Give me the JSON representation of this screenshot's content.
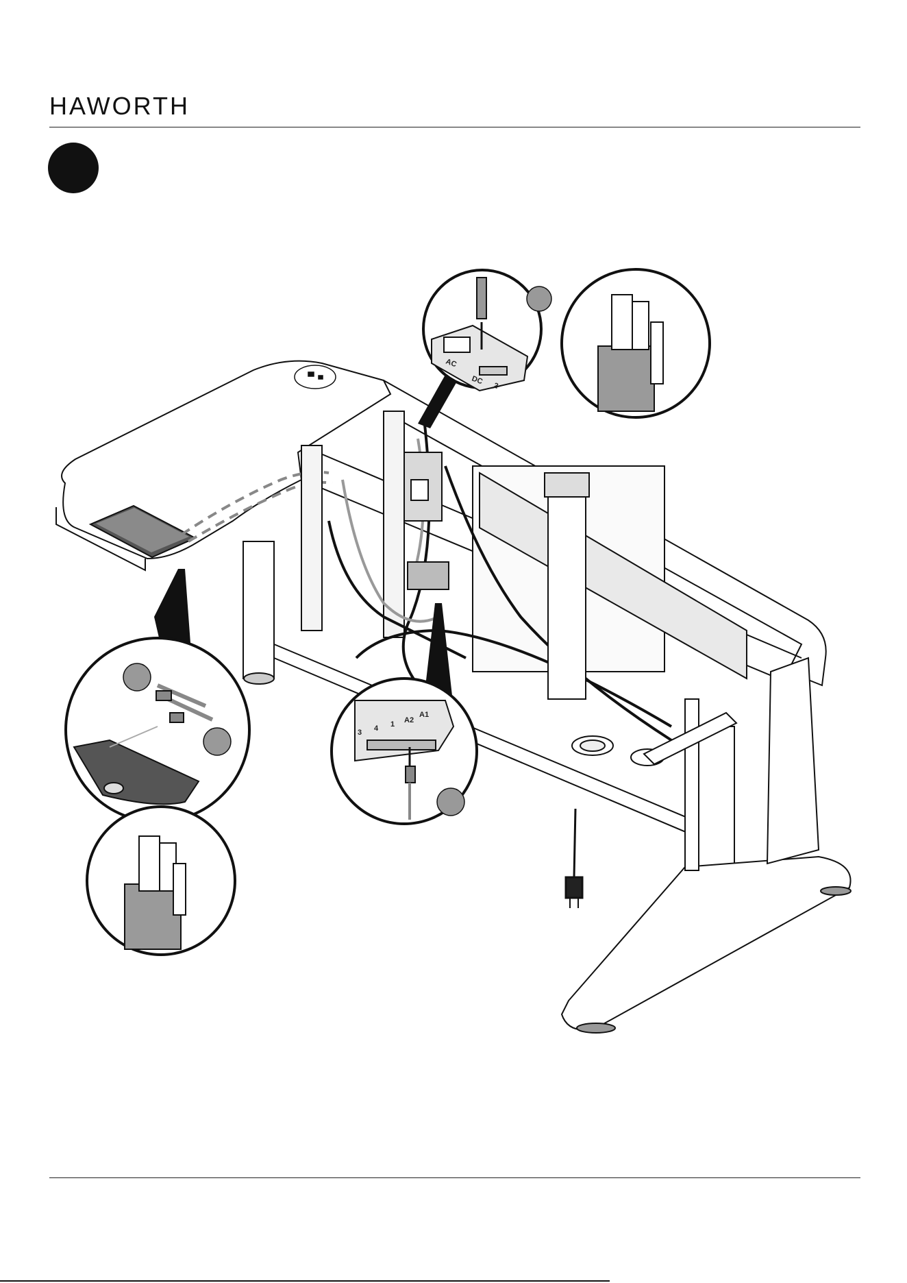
{
  "header": {
    "brand": "HAWORTH"
  },
  "step": {
    "number": ""
  },
  "illustration": {
    "control_box_labels": [
      "AC",
      "DC",
      "2"
    ],
    "port_labels": [
      "3",
      "4",
      "1",
      "A2",
      "A1"
    ]
  },
  "colors": {
    "ink": "#111111",
    "cable_gray": "#8a8a8a",
    "fill_gray": "#9a9a9a",
    "panel_light": "#e9e9e9"
  }
}
